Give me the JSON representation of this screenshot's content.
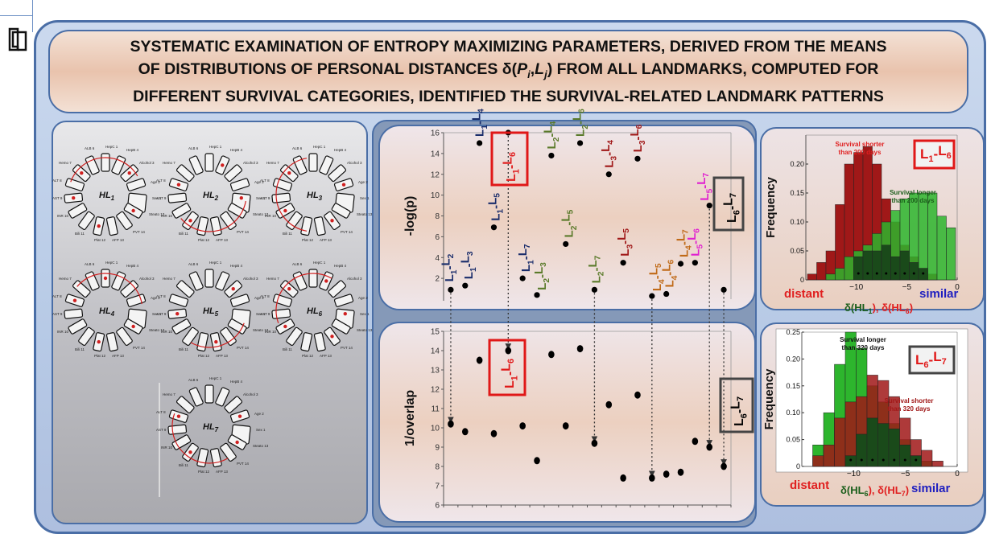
{
  "title": {
    "line1": "SYSTEMATIC EXAMINATION OF ENTROPY MAXIMIZING PARAMETERS, DERIVED FROM THE MEANS",
    "line2_pre": "OF DISTRIBUTIONS OF PERSONAL DISTANCES δ(",
    "line2_p": "P",
    "line2_i": "i",
    "line2_comma": ",",
    "line2_l": "L",
    "line2_j": "j",
    "line2_post": ") FROM ALL LANDMARKS, COMPUTED FOR",
    "line3": "DIFFERENT SURVIVAL CATEGORIES, IDENTIFIED THE SURVIVAL-RELATED LANDMARK PATTERNS"
  },
  "colors": {
    "red": "#e02020",
    "dark_red": "#a01818",
    "green_bar": "#2db52d",
    "dark_green": "#1a5e1a",
    "navy": "#1a2d6b",
    "olive": "#5a7a2a",
    "magenta": "#e020d0",
    "orange": "#c06a18",
    "blue": "#2020c0"
  },
  "rings": [
    {
      "label": "HL",
      "sub": "1"
    },
    {
      "label": "HL",
      "sub": "2"
    },
    {
      "label": "HL",
      "sub": "3"
    },
    {
      "label": "HL",
      "sub": "4"
    },
    {
      "label": "HL",
      "sub": "5"
    },
    {
      "label": "HL",
      "sub": "6"
    },
    {
      "label": "HL",
      "sub": "7"
    }
  ],
  "ring_labels": [
    "HepC 1",
    "HepB 4",
    "Alcohol 3",
    "Age 2",
    "Sex 1",
    "Steato 13",
    "PVT 14",
    "AFP 13",
    "Plat 12",
    "Bili 11",
    "INR 10",
    "AST 9",
    "ALT 8",
    "Hemo 7",
    "ALB 6"
  ],
  "chart_data": [
    {
      "type": "scatter",
      "ylabel": "-log(p)",
      "ylim": [
        0,
        16
      ],
      "yticks": [
        2,
        4,
        6,
        8,
        10,
        12,
        14,
        16
      ],
      "x": [
        1,
        2,
        3,
        4,
        5,
        6,
        7,
        8,
        9,
        10,
        11,
        12,
        13,
        14,
        15,
        16,
        17,
        18,
        19,
        20
      ],
      "y": [
        0.9,
        1.3,
        15.0,
        6.9,
        16.0,
        2.0,
        0.4,
        13.8,
        5.3,
        15.0,
        0.9,
        12.0,
        3.5,
        13.5,
        0.3,
        0.5,
        3.4,
        3.5,
        9.0,
        0.9
      ],
      "annotations": [
        {
          "base": "L",
          "a": "1",
          "b": "2",
          "color": "navy"
        },
        {
          "base": "L",
          "a": "1",
          "b": "3",
          "color": "navy"
        },
        {
          "base": "L",
          "a": "1",
          "b": "4",
          "color": "navy"
        },
        {
          "base": "L",
          "a": "1",
          "b": "5",
          "color": "navy"
        },
        {
          "base": "L",
          "a": "1",
          "b": "6",
          "color": "red"
        },
        {
          "base": "L",
          "a": "1",
          "b": "7",
          "color": "navy"
        },
        {
          "base": "L",
          "a": "2",
          "b": "3",
          "color": "olive"
        },
        {
          "base": "L",
          "a": "2",
          "b": "4",
          "color": "olive"
        },
        {
          "base": "L",
          "a": "2",
          "b": "5",
          "color": "olive"
        },
        {
          "base": "L",
          "a": "2",
          "b": "6",
          "color": "olive"
        },
        {
          "base": "L",
          "a": "2",
          "b": "7",
          "color": "olive"
        },
        {
          "base": "L",
          "a": "3",
          "b": "4",
          "color": "dark_red"
        },
        {
          "base": "L",
          "a": "3",
          "b": "5",
          "color": "dark_red"
        },
        {
          "base": "L",
          "a": "3",
          "b": "6",
          "color": "dark_red"
        },
        {
          "base": "L",
          "a": "4",
          "b": "5",
          "color": "orange"
        },
        {
          "base": "L",
          "a": "4",
          "b": "6",
          "color": "orange"
        },
        {
          "base": "L",
          "a": "4",
          "b": "7",
          "color": "orange"
        },
        {
          "base": "L",
          "a": "5",
          "b": "6",
          "color": "magenta"
        },
        {
          "base": "L",
          "a": "5",
          "b": "7",
          "color": "magenta"
        },
        {
          "base": "L",
          "a": "6",
          "b": "7",
          "color": "black"
        }
      ],
      "highlight_boxes": [
        {
          "base": "L",
          "a": "1",
          "b": "6",
          "color": "red"
        },
        {
          "base": "L",
          "a": "6",
          "b": "7",
          "color": "dark_gray"
        }
      ]
    },
    {
      "type": "scatter",
      "ylabel": "1/overlap",
      "ylim": [
        6,
        15
      ],
      "yticks": [
        6,
        7,
        8,
        9,
        10,
        11,
        12,
        13,
        14,
        15
      ],
      "x": [
        1,
        2,
        3,
        4,
        5,
        6,
        7,
        8,
        9,
        10,
        11,
        12,
        13,
        14,
        15,
        16,
        17,
        18,
        19,
        20
      ],
      "y": [
        10.2,
        9.8,
        13.5,
        9.7,
        14.0,
        10.1,
        8.3,
        13.8,
        10.1,
        14.1,
        9.2,
        11.2,
        7.4,
        11.7,
        7.4,
        7.6,
        7.7,
        9.3,
        9.0,
        8.0
      ],
      "highlight_boxes": [
        {
          "base": "L",
          "a": "1",
          "b": "6",
          "color": "red"
        },
        {
          "base": "L",
          "a": "6",
          "b": "7",
          "color": "dark_gray"
        }
      ]
    },
    {
      "type": "bar",
      "ylabel": "Frequency",
      "ylim": [
        0,
        0.25
      ],
      "yticks": [
        "0",
        "0.05",
        "0.10",
        "0.15",
        "0.20"
      ],
      "xlim": [
        -15,
        0
      ],
      "xticks": [
        "−10",
        "−5",
        "0"
      ],
      "pair": {
        "base": "L",
        "a": "1",
        "b": "6"
      },
      "series": [
        {
          "name": "Survival shorter than 200 days",
          "color": "dark_red",
          "values": [
            0.01,
            0.03,
            0.05,
            0.13,
            0.2,
            0.22,
            0.23,
            0.2,
            0.14,
            0.1,
            0.06,
            0.04,
            0.02,
            0.01,
            0.0,
            0.0
          ]
        },
        {
          "name": "Survival longer than 200 days",
          "color": "green_bar",
          "values": [
            0.0,
            0.0,
            0.01,
            0.02,
            0.04,
            0.05,
            0.06,
            0.08,
            0.1,
            0.12,
            0.14,
            0.15,
            0.15,
            0.15,
            0.11,
            0.09
          ]
        }
      ],
      "x": [
        -14.5,
        -13.8,
        -13.1,
        -12.4,
        -11.7,
        -11.0,
        -10.3,
        -9.6,
        -8.9,
        -8.2,
        -7.5,
        -6.8,
        -6.1,
        -5.4,
        -4.7,
        -4.0
      ],
      "extra_green": [
        0.13,
        0.09,
        0.07,
        0.05,
        0.04,
        0.02,
        0.01
      ],
      "labels": {
        "left": "distant",
        "mid_a": "δ(HL",
        "mid_a_sub": "1",
        "mid_sep": "), δ(HL",
        "mid_b_sub": "6",
        "mid_end": ")",
        "right": "similar"
      },
      "annot_red": [
        "Survival shorter",
        "than 200 days"
      ],
      "annot_green": [
        "Survival longer",
        "than 200 days"
      ]
    },
    {
      "type": "bar",
      "ylabel": "Frequency",
      "ylim": [
        0,
        0.25
      ],
      "yticks": [
        "0",
        "0.05",
        "0.10",
        "0.15",
        "0.20",
        "0.25"
      ],
      "xlim": [
        -15,
        0
      ],
      "xticks": [
        "−10",
        "−5",
        "0"
      ],
      "pair": {
        "base": "L",
        "a": "6",
        "b": "7"
      },
      "series": [
        {
          "name": "Survival longer than 320 days",
          "color": "green_bar",
          "values": [
            0.0,
            0.04,
            0.1,
            0.19,
            0.25,
            0.22,
            0.15,
            0.12,
            0.08,
            0.05,
            0.02,
            0.01,
            0.0
          ]
        },
        {
          "name": "Survival shorter than 320 days",
          "color": "dark_red",
          "values": [
            0.0,
            0.02,
            0.04,
            0.09,
            0.12,
            0.13,
            0.17,
            0.16,
            0.13,
            0.09,
            0.05,
            0.03,
            0.01
          ]
        }
      ],
      "labels": {
        "left": "distant",
        "mid_a": "δ(HL",
        "mid_a_sub": "6",
        "mid_sep": "), δ(HL",
        "mid_b_sub": "7",
        "mid_end": ")",
        "right": "similar"
      },
      "annot_green": [
        "Survival longer",
        "than 320 days"
      ],
      "annot_red": [
        "Survival shorter",
        "than 320 days"
      ]
    }
  ]
}
